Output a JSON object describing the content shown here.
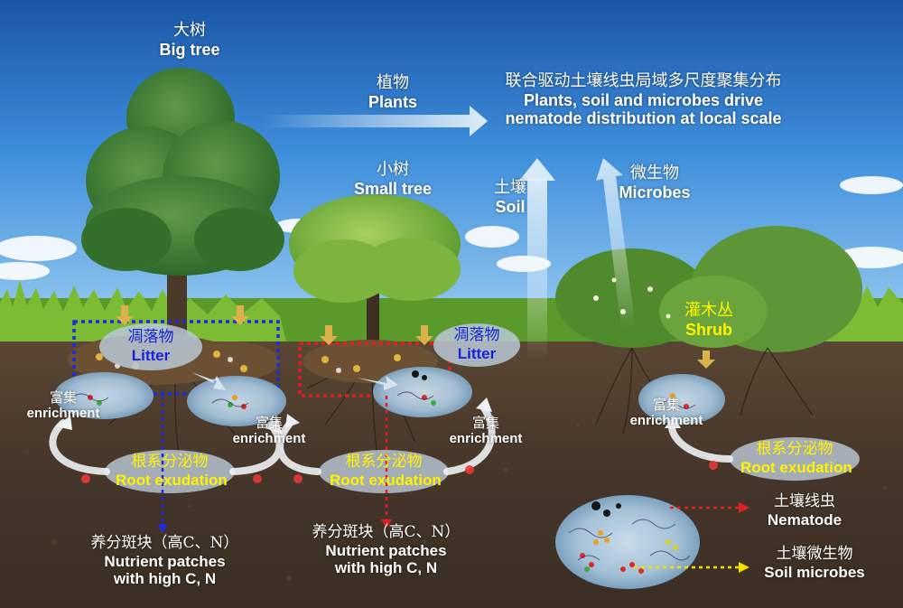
{
  "big_tree": {
    "zh": "大树",
    "en": "Big tree"
  },
  "small_tree": {
    "zh": "小树",
    "en": "Small tree"
  },
  "shrub": {
    "zh": "灌木丛",
    "en": "Shrub"
  },
  "plants": {
    "zh": "植物",
    "en": "Plants"
  },
  "soil": {
    "zh": "土壤",
    "en": "Soil"
  },
  "microbes": {
    "zh": "微生物",
    "en": "Microbes"
  },
  "conclusion": {
    "zh": "联合驱动土壤线虫局域多尺度聚集分布",
    "en_line1": "Plants, soil and microbes drive",
    "en_line2": "nematode distribution at local scale"
  },
  "litter_left": {
    "zh": "凋落物",
    "en": "Litter"
  },
  "litter_mid": {
    "zh": "凋落物",
    "en": "Litter"
  },
  "enrichment": {
    "a": {
      "zh": "富集",
      "en": "enrichment"
    },
    "b": {
      "zh": "富集",
      "en": "enrichment"
    },
    "c": {
      "zh": "富集",
      "en": "enrichment"
    },
    "d": {
      "zh": "富集",
      "en": "enrichment"
    }
  },
  "root_exudation": {
    "left": {
      "zh": "根系分泌物",
      "en": "Root exudation"
    },
    "mid": {
      "zh": "根系分泌物",
      "en": "Root exudation"
    },
    "right": {
      "zh": "根系分泌物",
      "en": "Root exudation"
    }
  },
  "nutrient_left": {
    "zh": "养分斑块（高C、N）",
    "en_line1": "Nutrient patches",
    "en_line2": "with high C, N"
  },
  "nutrient_mid": {
    "zh": "养分斑块（高C、N）",
    "en_line1": "Nutrient patches",
    "en_line2": "with high C, N"
  },
  "nematode": {
    "zh": "土壤线虫",
    "en": "Nematode"
  },
  "soil_microbes": {
    "zh": "土壤微生物",
    "en": "Soil microbes"
  },
  "colors": {
    "sky_top": "#1f5fb0",
    "soil": "#4a3b2c",
    "box_blue": "#1e2bd6",
    "box_red": "#e02020",
    "label_yellow": "#fff200"
  }
}
